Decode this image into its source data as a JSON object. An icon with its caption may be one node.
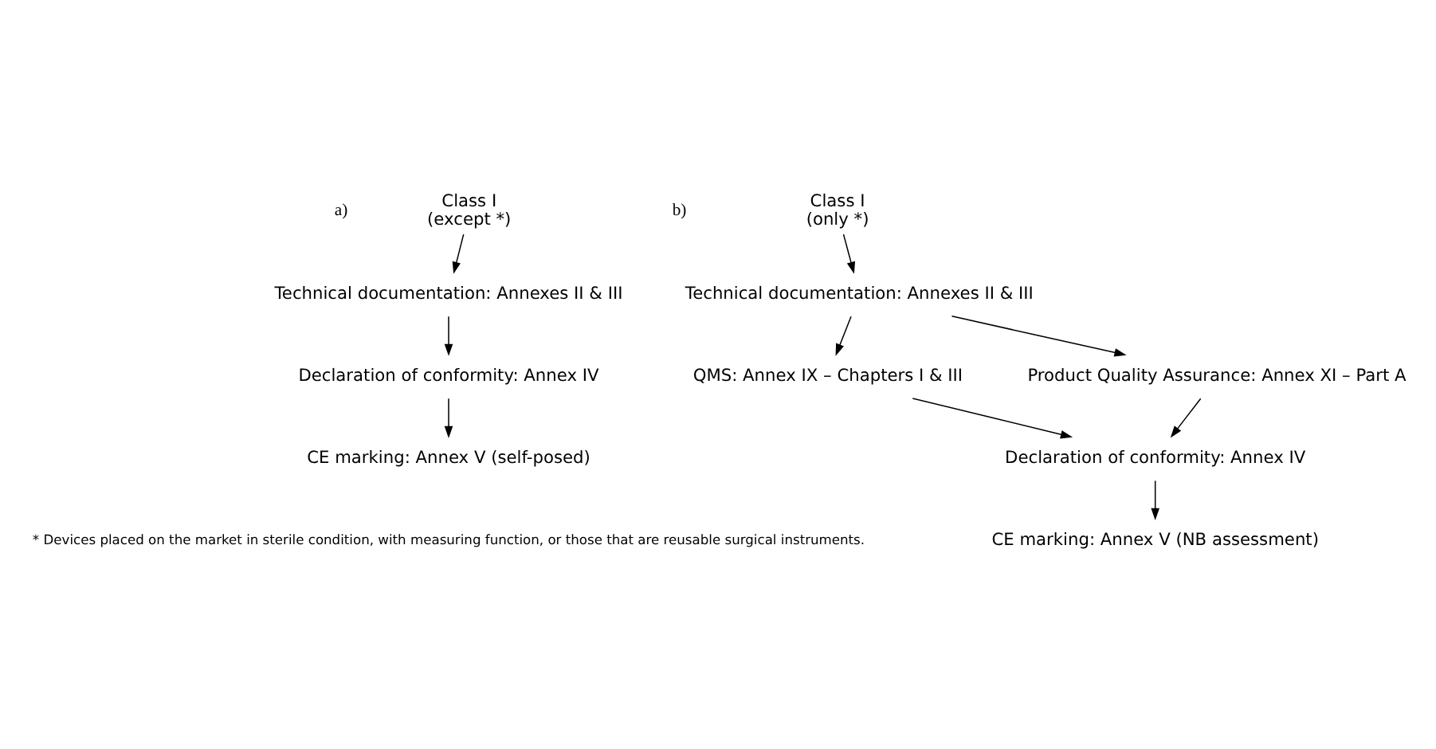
{
  "diagram": {
    "nodes": [
      {
        "text": [
          "Class I",
          "(except *)"
        ]
      },
      {
        "text": [
          "Technical documentation: Annexes II & III"
        ]
      },
      {
        "text": [
          "Declaration of conformity: Annex IV"
        ]
      },
      {
        "text": [
          "CE marking: Annex V (self-posed)"
        ]
      },
      {
        "text": [
          "Class I",
          "(only *)"
        ]
      },
      {
        "text": [
          "Technical documentation: Annexes II & III"
        ]
      },
      {
        "text": [
          "QMS: Annex IX – Chapters I & III"
        ]
      },
      {
        "text": [
          "Product Quality Assurance: Annex XI – Part A"
        ]
      },
      {
        "text": [
          "Declaration of conformity: Annex IV"
        ]
      },
      {
        "text": [
          "CE marking: Annex V (NB assessment)"
        ]
      }
    ],
    "edges": [
      {
        "from": 0,
        "to": 1,
        "arrow": "to"
      },
      {
        "from": 1,
        "to": 2,
        "arrow": "to"
      },
      {
        "from": 2,
        "to": 3,
        "arrow": "to"
      },
      {
        "from": 4,
        "to": 5,
        "arrow": "to"
      },
      {
        "from": 5,
        "to": 6,
        "arrow": "to"
      },
      {
        "from": 5,
        "to": 7,
        "arrow": "to"
      },
      {
        "from": 6,
        "to": 8,
        "arrow": "to"
      },
      {
        "from": 7,
        "to": 8,
        "arrow": "to"
      },
      {
        "from": 8,
        "to": 9,
        "arrow": "to"
      }
    ],
    "labels": [
      "a)",
      "b)",
      "* Devices placed on the market in sterile condition, with measuring function, or those that are reusable surgical instruments."
    ]
  }
}
